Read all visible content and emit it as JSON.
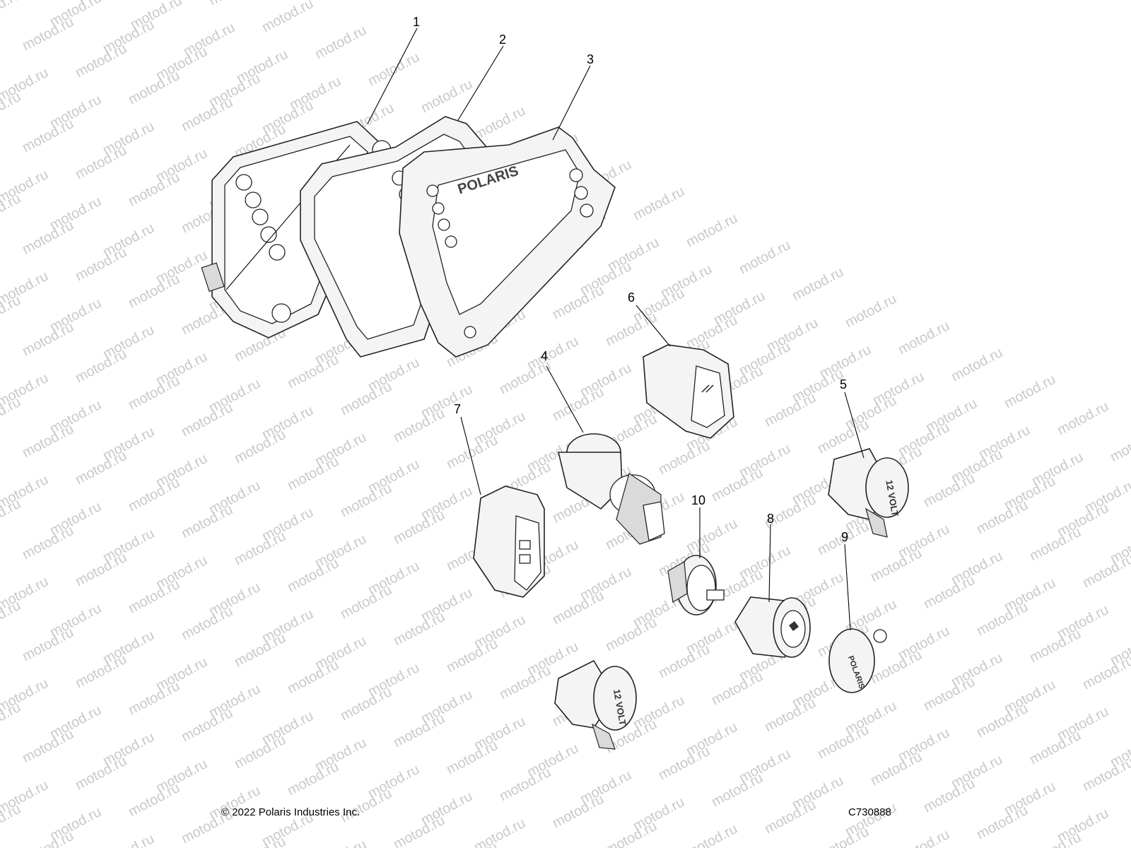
{
  "watermark": {
    "text": "motod.ru",
    "color": "#c9c9c9"
  },
  "diagram": {
    "embossed_text": {
      "bezel_logo": "POLARIS",
      "socket_cap": "12 VOLT",
      "usb_cap_logo": "POLARIS"
    },
    "callouts": [
      {
        "id": "1",
        "label": "1"
      },
      {
        "id": "2",
        "label": "2"
      },
      {
        "id": "3",
        "label": "3"
      },
      {
        "id": "4",
        "label": "4"
      },
      {
        "id": "5",
        "label": "5"
      },
      {
        "id": "6",
        "label": "6"
      },
      {
        "id": "7",
        "label": "7"
      },
      {
        "id": "8",
        "label": "8"
      },
      {
        "id": "9",
        "label": "9"
      },
      {
        "id": "10",
        "label": "10"
      }
    ]
  },
  "footer": {
    "copyright": "© 2022 Polaris Industries Inc.",
    "drawing_id": "C730888"
  }
}
